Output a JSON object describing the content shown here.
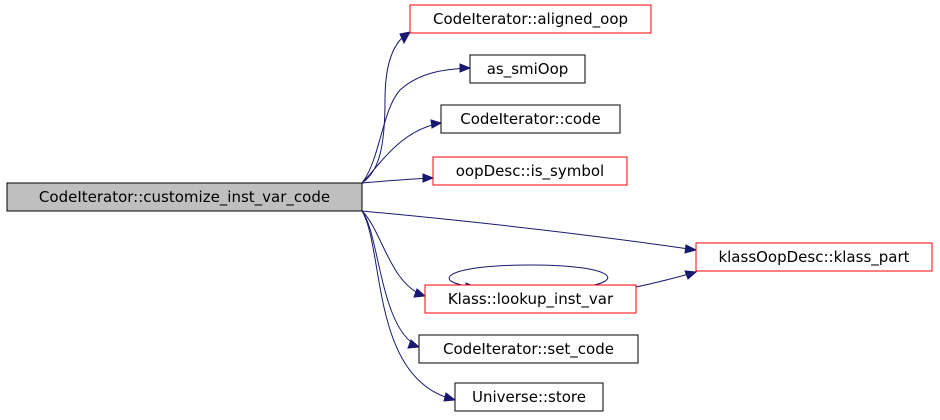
{
  "colors": {
    "edge": "#191970",
    "root_fill": "#bfbfbf",
    "root_border": "#000000",
    "documented_border": "#000000",
    "undocumented_border": "#ff0000",
    "node_fill": "#ffffff"
  },
  "root": {
    "label": "CodeIterator::customize_inst_var_code"
  },
  "callees": [
    {
      "label": "CodeIterator::aligned_oop",
      "border": "red"
    },
    {
      "label": "as_smiOop",
      "border": "black"
    },
    {
      "label": "CodeIterator::code",
      "border": "black"
    },
    {
      "label": "oopDesc::is_symbol",
      "border": "red"
    },
    {
      "label": "klassOopDesc::klass_part",
      "border": "red"
    },
    {
      "label": "Klass::lookup_inst_var",
      "border": "red"
    },
    {
      "label": "CodeIterator::set_code",
      "border": "black"
    },
    {
      "label": "Universe::store",
      "border": "black"
    }
  ]
}
